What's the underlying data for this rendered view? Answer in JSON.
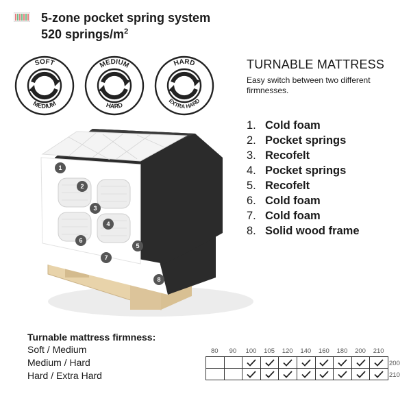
{
  "header": {
    "title": "5-zone pocket spring system",
    "springs": "520 springs/m",
    "springs_exp": "2"
  },
  "badges": [
    {
      "top": "SOFT",
      "bottom": "MEDIUM"
    },
    {
      "top": "MEDIUM",
      "bottom": "HARD"
    },
    {
      "top": "HARD",
      "bottom": "EXTRA HARD"
    }
  ],
  "side": {
    "title": "TURNABLE MATTRESS",
    "description": "Easy switch between two different firmnesses."
  },
  "layers": [
    {
      "num": "1.",
      "label": "Cold foam"
    },
    {
      "num": "2.",
      "label": "Pocket springs"
    },
    {
      "num": "3.",
      "label": "Recofelt"
    },
    {
      "num": "4.",
      "label": "Pocket springs"
    },
    {
      "num": "5.",
      "label": "Recofelt"
    },
    {
      "num": "6.",
      "label": "Cold foam"
    },
    {
      "num": "7.",
      "label": "Cold foam"
    },
    {
      "num": "8.",
      "label": "Solid wood frame"
    }
  ],
  "markers": [
    "1",
    "2",
    "3",
    "4",
    "5",
    "6",
    "7",
    "8"
  ],
  "firmness": {
    "heading": "Turnable mattress firmness:",
    "options": [
      "Soft / Medium",
      "Medium / Hard",
      "Hard / Extra Hard"
    ]
  },
  "sizes": {
    "widths": [
      "80",
      "90",
      "100",
      "105",
      "120",
      "140",
      "160",
      "180",
      "200",
      "210"
    ],
    "lengths": [
      "200",
      "210"
    ],
    "availability": [
      [
        false,
        false,
        true,
        true,
        true,
        true,
        true,
        true,
        true,
        true
      ],
      [
        false,
        false,
        true,
        true,
        true,
        true,
        true,
        true,
        true,
        true
      ]
    ]
  },
  "colors": {
    "fabric": "#2b2b2b",
    "wood": "#e8d3aa",
    "marker": "#555555",
    "spring_icon_red": "#e04a4a",
    "spring_icon_green": "#3aa55a"
  }
}
